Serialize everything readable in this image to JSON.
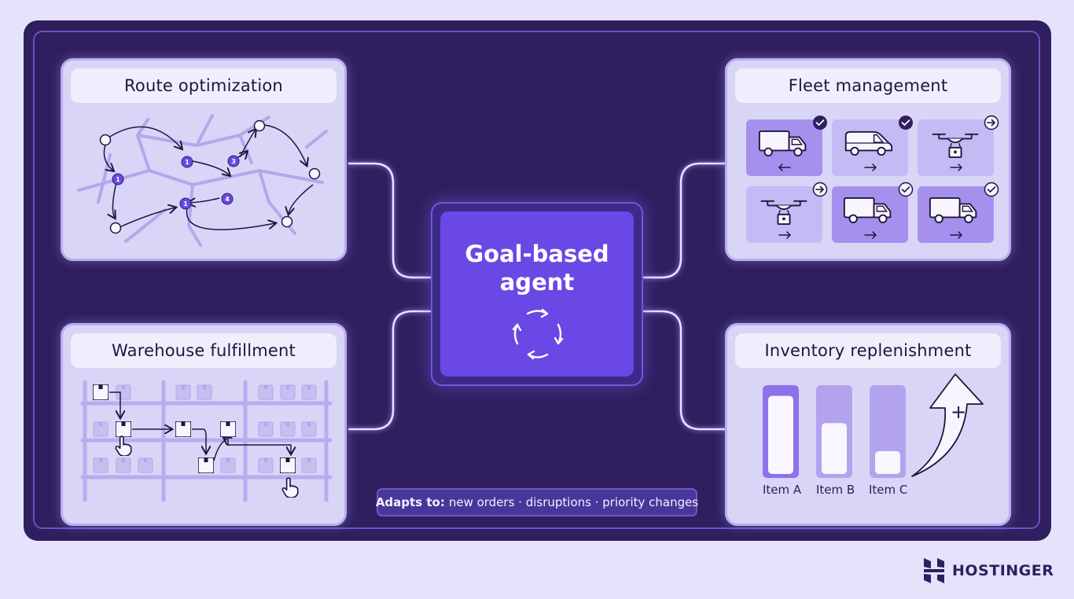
{
  "center": {
    "title": "Goal-based agent",
    "icon": "cycle-arrows-icon"
  },
  "panels": {
    "route": {
      "title": "Route optimization",
      "stop_labels": [
        "1",
        "1",
        "3",
        "4",
        "1"
      ]
    },
    "fleet": {
      "title": "Fleet management",
      "vehicles": [
        "truck",
        "van",
        "drone",
        "drone",
        "truck",
        "truck"
      ]
    },
    "warehouse": {
      "title": "Warehouse fulfillment"
    },
    "inventory": {
      "title": "Inventory replenishment",
      "items": [
        {
          "label": "Item A",
          "level": 0.92
        },
        {
          "label": "Item B",
          "level": 0.6
        },
        {
          "label": "Item C",
          "level": 0.27
        }
      ],
      "plus": "+"
    }
  },
  "adapts": {
    "label": "Adapts to:",
    "text": "new orders · disruptions · priority changes"
  },
  "brand": {
    "name": "HOSTINGER",
    "icon": "hostinger-logo-icon"
  },
  "colors": {
    "frame": "#2f1f5e",
    "accent": "#6a48e6",
    "panel": "#d9d5f7"
  }
}
